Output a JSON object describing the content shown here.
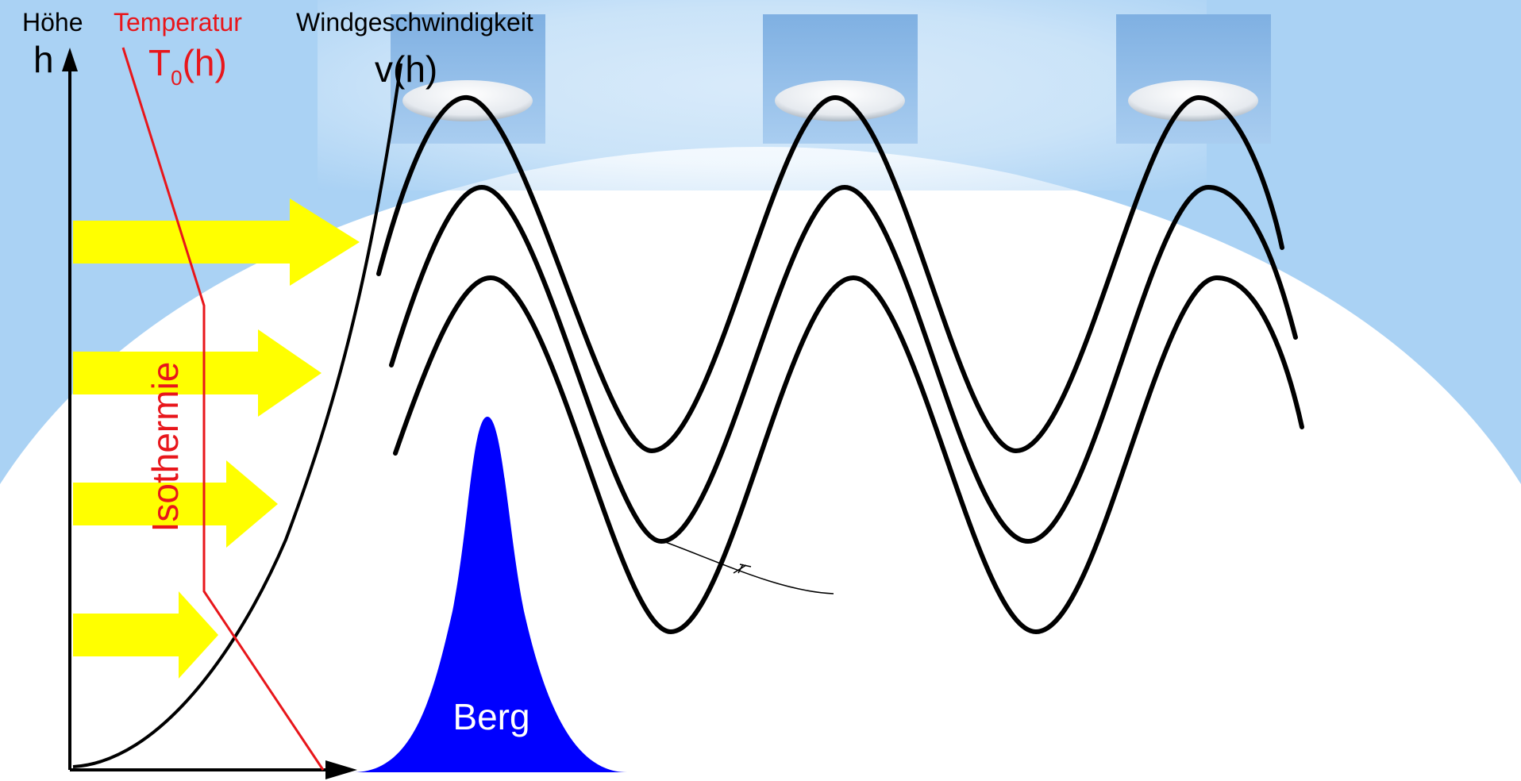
{
  "labels": {
    "hoehe": "Höhe",
    "h": "h",
    "temperatur": "Temperatur",
    "t0_main": "T",
    "t0_sub": "0",
    "t0_arg": "(h)",
    "windgeschwindigkeit": "Windgeschwindigkeit",
    "vh": "v(h)",
    "isothermie": "Isothermie",
    "berg": "Berg"
  },
  "colors": {
    "sky_blue": "#aad2f4",
    "wind_arrows": "#ffff00",
    "temperature_line": "#e8161b",
    "mountain": "#0000ff",
    "wave_lines": "#000000",
    "cloud_tile": "#8ab8e6"
  },
  "icons": {
    "cloud": "lenticular-cloud-icon",
    "glider": "glider-icon"
  }
}
